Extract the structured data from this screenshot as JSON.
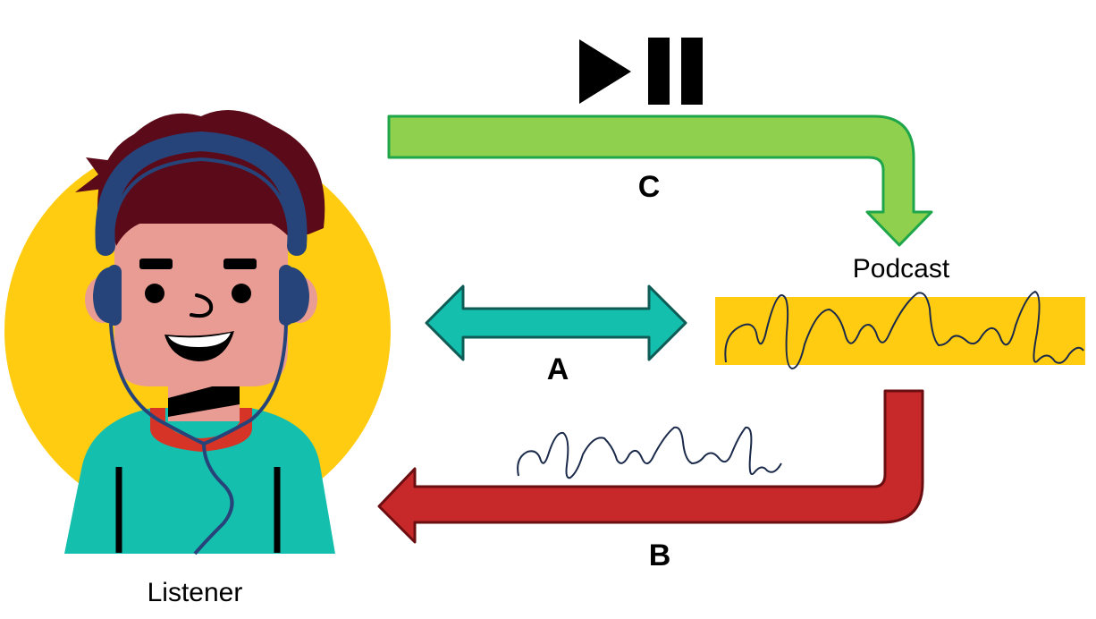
{
  "labels": {
    "listener": "Listener",
    "podcast": "Podcast",
    "arrow_a": "A",
    "arrow_b": "B",
    "arrow_c": "C"
  },
  "icons": {
    "media_control": "play-pause-icon"
  },
  "colors": {
    "background_circle": "#FFCC11",
    "hair": "#5A0A18",
    "headphones": "#27447A",
    "skin": "#E99C94",
    "shirt": "#15BFAE",
    "collar": "#D63426",
    "arrow_a_fill": "#15BFAE",
    "arrow_a_stroke": "#0E5C55",
    "arrow_b_fill": "#C7282A",
    "arrow_b_stroke": "#6B0E12",
    "arrow_c_fill": "#8FD14F",
    "arrow_c_stroke": "#1FA64A",
    "podcast_band": "#FFCC11",
    "waveform": "#1B2A4A"
  }
}
